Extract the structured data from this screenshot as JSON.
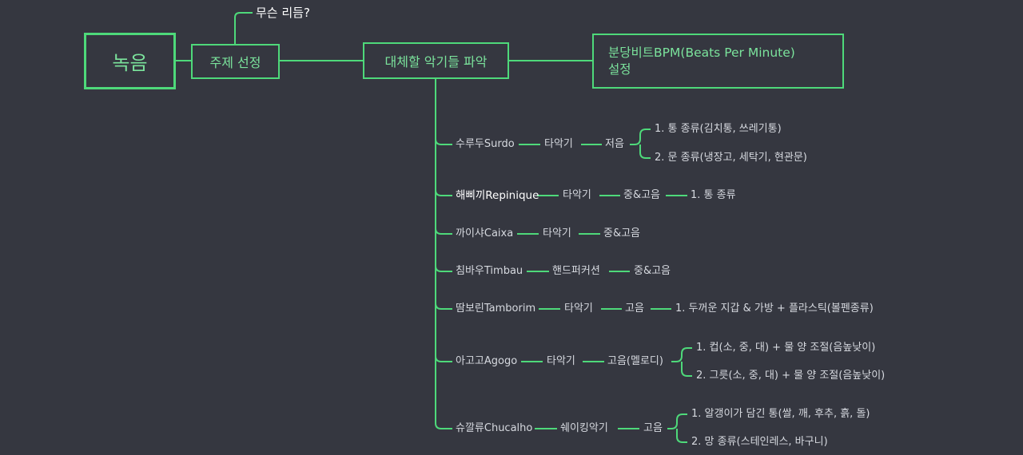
{
  "root": "녹음",
  "topic": "주제 선정",
  "rhythm": "무슨 리듬?",
  "identify": "대체할 악기들 파악",
  "bpm_line1": "분당비트BPM(Beats Per Minute)",
  "bpm_line2": "설정",
  "instruments": [
    {
      "name": "수루두Surdo",
      "type": "타악기",
      "pitch": "저음",
      "details": [
        "1. 통 종류(김치통, 쓰레기통)",
        "2. 문 종류(냉장고, 세탁기, 현관문)"
      ]
    },
    {
      "name": "해삐끼Repinique",
      "type": "타악기",
      "pitch": "중&고음",
      "details": [
        "1. 통 종류"
      ]
    },
    {
      "name": "까이샤Caixa",
      "type": "타악기",
      "pitch": "중&고음",
      "details": []
    },
    {
      "name": "침바우Timbau",
      "type": "핸드퍼커션",
      "pitch": "중&고음",
      "details": []
    },
    {
      "name": "땀보린Tamborim",
      "type": "타악기",
      "pitch": "고음",
      "details": [
        "1. 두꺼운 지갑 & 가방 + 플라스틱(볼펜종류)"
      ]
    },
    {
      "name": "아고고Agogo",
      "type": "타악기",
      "pitch": "고음(멜로디)",
      "details": [
        "1. 컵(소, 중, 대) + 물 양 조절(음높낮이)",
        "2. 그릇(소, 중, 대) + 물 양 조절(음높낮이)"
      ]
    },
    {
      "name": "슈깔류Chucalho",
      "type": "쉐이킹악기",
      "pitch": "고음",
      "details": [
        "1. 알갱이가 담긴 통(쌀, 깨, 후추, 흙, 돌)",
        "2. 망 종류(스테인레스, 바구니)"
      ]
    }
  ]
}
